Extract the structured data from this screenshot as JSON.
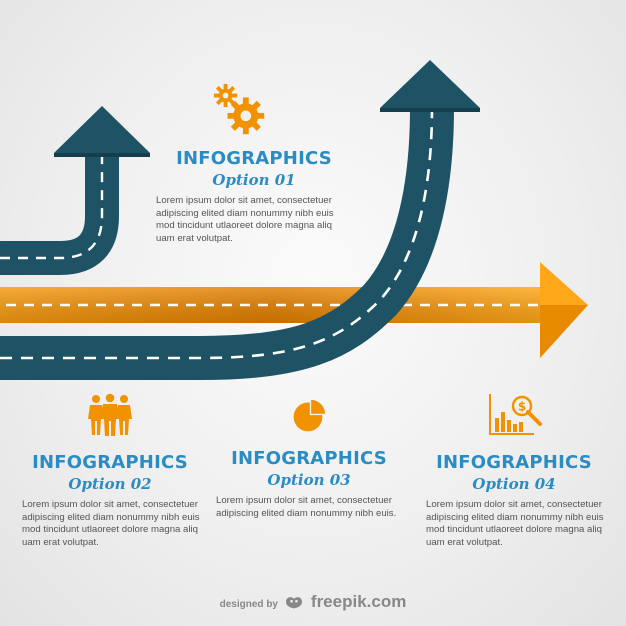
{
  "colors": {
    "road": "#1e5366",
    "road_dark": "#153f4f",
    "orange": "#f08c00",
    "orange_light": "#ffa718",
    "title_blue": "#2b8cc4",
    "body_text": "#555555"
  },
  "icons": {
    "option1": "gears-icon",
    "option2": "team-people-icon",
    "option3": "pie-chart-icon",
    "option4": "financial-analysis-icon"
  },
  "options": [
    {
      "title": "INFOGRAPHICS",
      "subtitle": "Option 01",
      "lines": [
        "Lorem ipsum dolor sit amet, consectetuer",
        "adipiscing elited diam nonummy nibh euis",
        "mod tincidunt utlaoreet dolore magna aliq",
        "uam erat volutpat."
      ]
    },
    {
      "title": "INFOGRAPHICS",
      "subtitle": "Option 02",
      "lines": [
        "Lorem ipsum dolor sit amet, consectetuer",
        "adipiscing elited diam nonummy nibh euis",
        "mod tincidunt utlaoreet dolore magna aliq",
        "uam erat volutpat."
      ]
    },
    {
      "title": "INFOGRAPHICS",
      "subtitle": "Option 03",
      "lines": [
        "Lorem ipsum dolor sit amet, consectetuer",
        "adipiscing elited diam nonummy nibh euis."
      ]
    },
    {
      "title": "INFOGRAPHICS",
      "subtitle": "Option 04",
      "lines": [
        "Lorem ipsum dolor sit amet, consectetuer",
        "adipiscing elited diam nonummy nibh euis",
        "mod tincidunt utlaoreet dolore magna aliq",
        "uam erat volutpat."
      ]
    }
  ],
  "credit": {
    "prefix": "designed by",
    "brand": "freepik.com"
  }
}
